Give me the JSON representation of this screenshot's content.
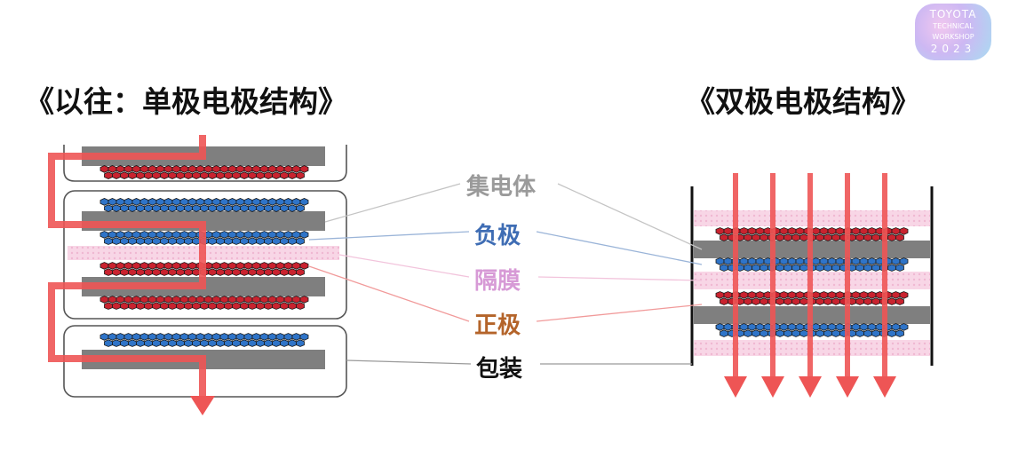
{
  "titles": {
    "left": "《以往：单极电极结构》",
    "right": "《双极电极结构》"
  },
  "labels": {
    "collector": "集电体",
    "negative": "负极",
    "separator": "隔膜",
    "positive": "正极",
    "package": "包装"
  },
  "logo": {
    "line1": "TOYOTA",
    "line2": "TECHNICAL",
    "line3": "WORKSHOP",
    "line4": "2023"
  },
  "colors": {
    "collector": "#7f7f7f",
    "negative": "#2f74c8",
    "positive": "#c9232f",
    "separator": "#f6cde1",
    "current_flow": "#ee5555",
    "package_outline": "#555555"
  }
}
